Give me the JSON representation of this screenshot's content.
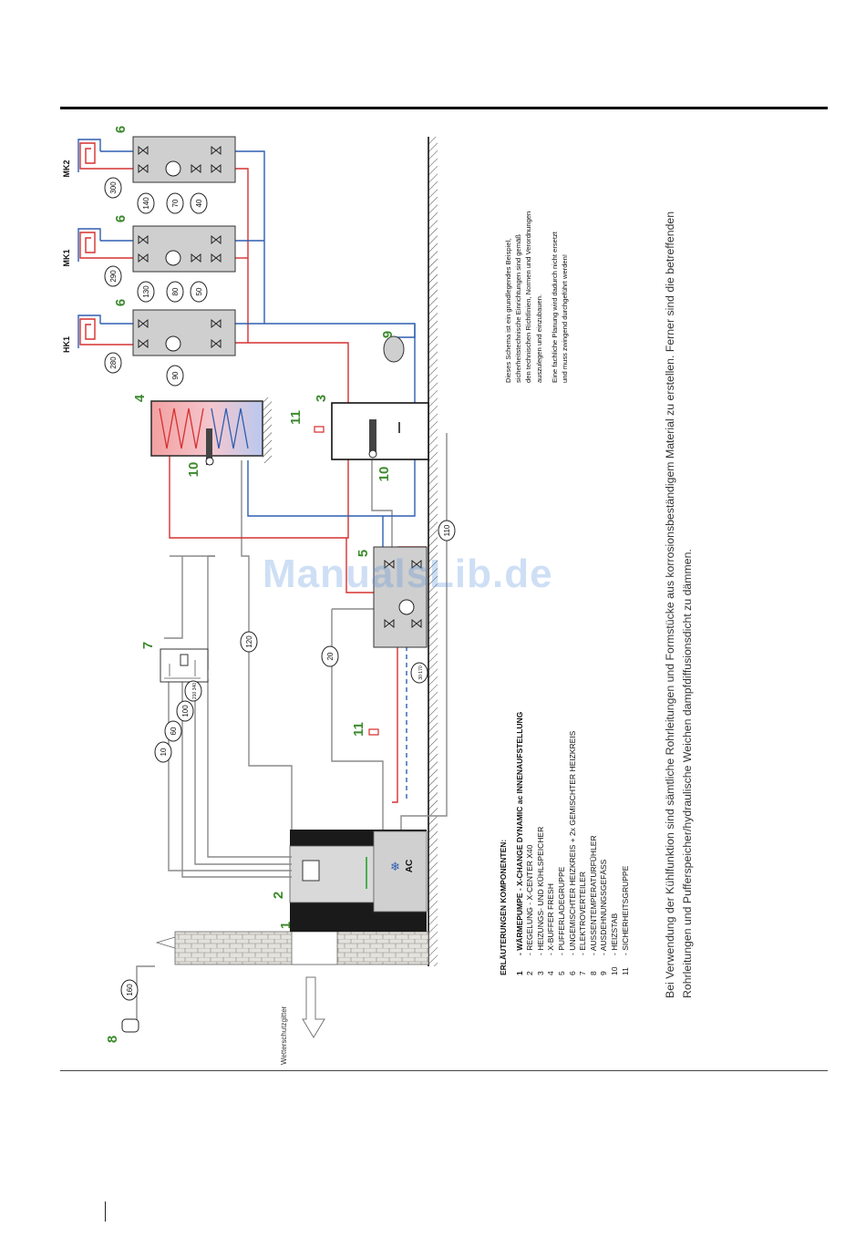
{
  "circuit_labels": {
    "hk1": "HK1",
    "mk1": "MK1",
    "mk2": "MK2"
  },
  "component_numbers": {
    "n1": "1",
    "n2": "2",
    "n3": "3",
    "n4": "4",
    "n5": "5",
    "n6a": "6",
    "n6b": "6",
    "n6c": "6",
    "n7": "7",
    "n8": "8",
    "n9": "9",
    "n10a": "10",
    "n10b": "10",
    "n11a": "11",
    "n11b": "11"
  },
  "cable_numbers": {
    "c10": "10",
    "c20": "20",
    "c40": "40",
    "c50": "50",
    "c60": "60",
    "c70": "70",
    "c80": "80",
    "c90": "90",
    "c100": "100",
    "c110": "110",
    "c120": "120",
    "c130": "130",
    "c140": "140",
    "c160": "160",
    "c280": "280",
    "c290": "290",
    "c300": "300"
  },
  "small_tags": {
    "t1": "30\n170",
    "t2": "210\n340"
  },
  "unit_label": "AC",
  "grille_label": "Wetterschutzgitter",
  "watermark": "ManualsLib.de",
  "legend": {
    "title": "ERLÄUTERUNGEN KOMPONENTEN:",
    "items": [
      {
        "num": "1",
        "text": "- WÄRMEPUMPE - X-CHANGE DYNAMIC ac INNENAUFSTELLUNG"
      },
      {
        "num": "2",
        "text": "- REGELUNG - X-CENTER X40"
      },
      {
        "num": "3",
        "text": "- HEIZUNGS- UND KÜHLSPEICHER"
      },
      {
        "num": "4",
        "text": "- X-BUFFER FRESH"
      },
      {
        "num": "5",
        "text": "- PUFFERLADEGRUPPE"
      },
      {
        "num": "6",
        "text": "- UNGEMISCHTER HEIZKREIS + 2x GEMISCHTER HEIZKREIS"
      },
      {
        "num": "7",
        "text": "- ELEKTROVERTEILER"
      },
      {
        "num": "8",
        "text": "- AUSSENTEMPERATURFÜHLER"
      },
      {
        "num": "9",
        "text": "- AUSDEHNUNGSGEFÄSS"
      },
      {
        "num": "10",
        "text": "- HEIZSTAB"
      },
      {
        "num": "11",
        "text": "- SICHERHEITSGRUPPE"
      }
    ]
  },
  "note": {
    "p1": [
      "Dieses Schema ist ein grundlegendes Beispiel,",
      "sicherheitstechnische Einrichtungen sind gemäß",
      "den technischen Richtlinien, Normen und Verordnungen",
      "auszulegen und einzubauen."
    ],
    "p2": [
      "Eine fachliche Planung wird dadurch nicht ersetzt",
      "und muss zwingend durchgeführt werden!"
    ]
  },
  "bottom_text": [
    "Bei Verwendung der Kühlfunktion sind sämtliche Rohrleitungen und Formstücke aus korrosionsbeständigem Material zu erstellen. Ferner sind die betreffenden",
    "Rohrleitungen und Pufferspeicher/hydraulische Weichen dampfdiffusionsdicht zu dämmen."
  ],
  "colors": {
    "supply_red": "#d63030",
    "return_blue": "#2e5fb0",
    "cable_gray": "#8a8a8a",
    "label_green": "#3d8a2e"
  }
}
